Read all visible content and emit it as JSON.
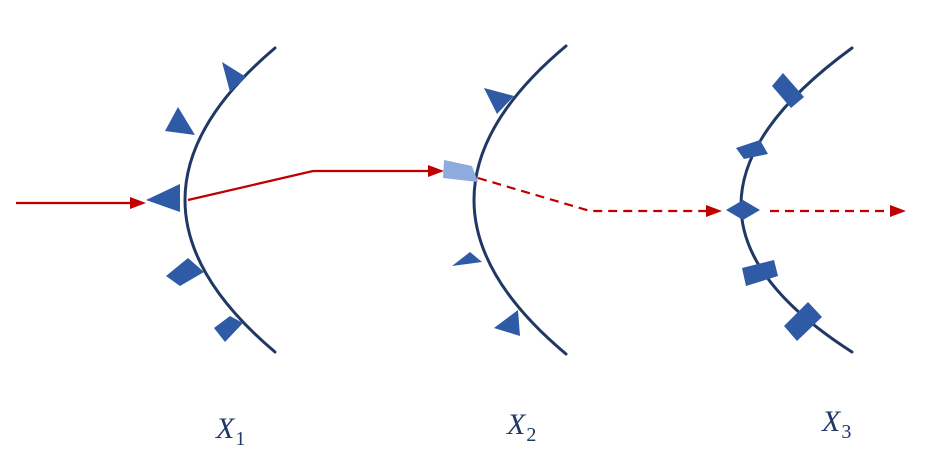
{
  "labels": {
    "stage1": {
      "main": "X",
      "sub": "1"
    },
    "stage2": {
      "main": "X",
      "sub": "2"
    },
    "stage3": {
      "main": "X",
      "sub": "3"
    }
  },
  "colors": {
    "arc": "#1f3864",
    "marker": "#2e5aa6",
    "marker_highlight": "#8faadc",
    "path": "#c00000",
    "label": "#1f3864"
  }
}
